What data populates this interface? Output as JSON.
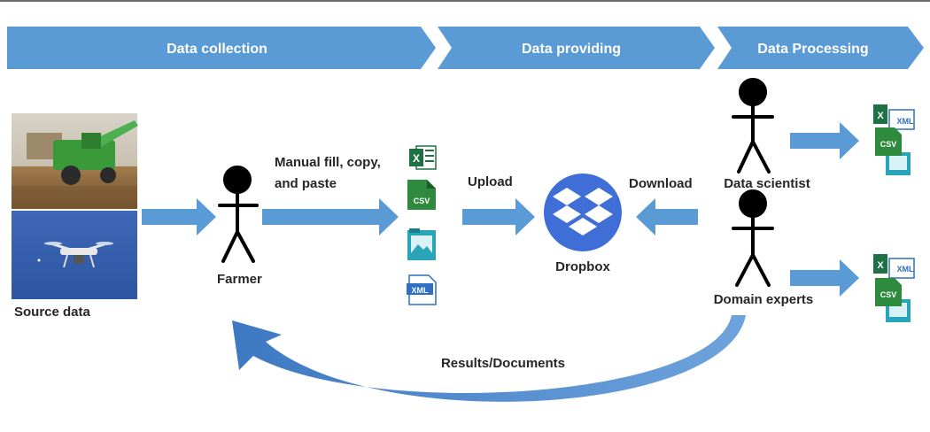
{
  "phases": [
    {
      "label": "Data collection"
    },
    {
      "label": "Data providing"
    },
    {
      "label": "Data Processing"
    }
  ],
  "labels": {
    "source_data": "Source data",
    "farmer": "Farmer",
    "manual_line1": "Manual fill, copy,",
    "manual_line2": "and paste",
    "upload": "Upload",
    "download": "Download",
    "dropbox": "Dropbox",
    "data_scientist": "Data scientist",
    "domain_experts": "Domain experts",
    "results": "Results/Documents"
  },
  "file_badges": {
    "excel": "X",
    "csv": "CSV",
    "xml": "XML"
  },
  "colors": {
    "banner": "#5b9bd5",
    "arrow": "#5b9bd5",
    "dropbox_circle": "#3f6fd6",
    "excel_green": "#1e7145",
    "csv_green": "#2e8b3e",
    "image_teal": "#2aa4b8",
    "xml_blue": "#2f6fc4",
    "text": "#262626"
  }
}
